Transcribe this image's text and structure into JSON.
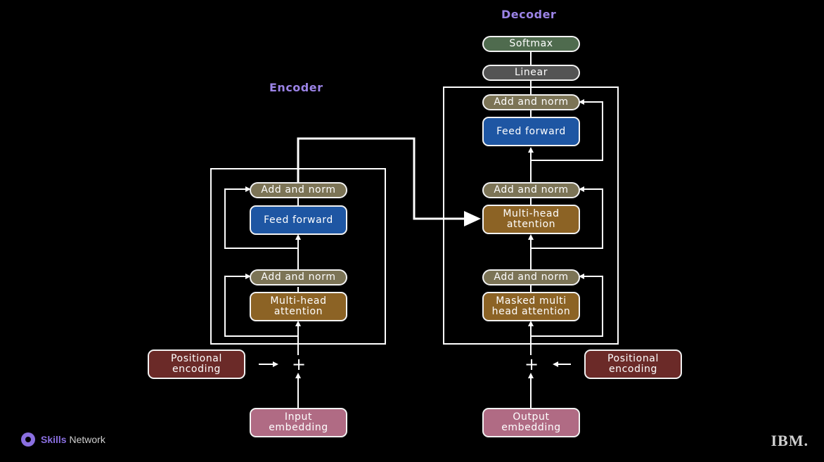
{
  "encoder": {
    "title": "Encoder",
    "add_norm_top": "Add and norm",
    "feed_forward": "Feed forward",
    "add_norm_bottom": "Add and norm",
    "multi_head_line1": "Multi-head",
    "multi_head_line2": "attention",
    "positional_line1": "Positional",
    "positional_line2": "encoding",
    "input_line1": "Input",
    "input_line2": "embedding",
    "plus": "+"
  },
  "decoder": {
    "title": "Decoder",
    "softmax": "Softmax",
    "linear": "Linear",
    "add_norm_top": "Add and norm",
    "feed_forward": "Feed forward",
    "add_norm_mid": "Add and norm",
    "cross_attn_line1": "Multi-head",
    "cross_attn_line2": "attention",
    "add_norm_bottom": "Add and norm",
    "masked_line1": "Masked multi",
    "masked_line2": "head attention",
    "positional_line1": "Positional",
    "positional_line2": "encoding",
    "output_line1": "Output",
    "output_line2": "embedding",
    "plus": "+"
  },
  "footer": {
    "brand_bold": "Skills",
    "brand_rest": "Network",
    "ibm": "IBM."
  },
  "colors": {
    "add_norm": "#7c7456",
    "feed_forward": "#1e56a3",
    "attention": "#8c6325",
    "positional": "#6b2a28",
    "embedding": "#b06b84",
    "softmax": "#4f6b4e",
    "linear": "#545454",
    "title": "#9b83e6"
  }
}
